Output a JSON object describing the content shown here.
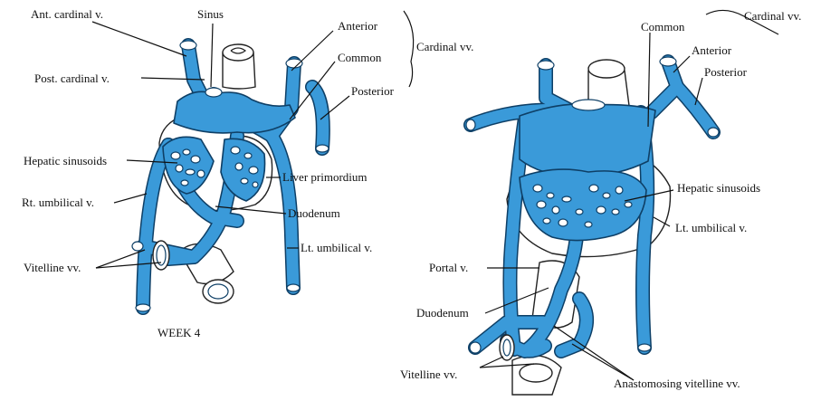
{
  "left": {
    "labels": {
      "ant_cardinal": "Ant. cardinal v.",
      "sinus": "Sinus",
      "anterior": "Anterior",
      "cardinal_vv": "Cardinal vv.",
      "common": "Common",
      "post_cardinal": "Post. cardinal v.",
      "posterior": "Posterior",
      "hepatic_sinusoids": "Hepatic sinusoids",
      "liver_primordium": "Liver primordium",
      "rt_umbilical": "Rt. umbilical v.",
      "duodenum": "Duodenum",
      "lt_umbilical": "Lt. umbilical v.",
      "vitelline": "Vitelline vv.",
      "week": "WEEK 4"
    }
  },
  "right": {
    "labels": {
      "common": "Common",
      "cardinal_vv": "Cardinal vv.",
      "anterior": "Anterior",
      "posterior": "Posterior",
      "hepatic_sinusoids": "Hepatic sinusoids",
      "lt_umbilical": "Lt. umbilical v.",
      "portal": "Portal v.",
      "duodenum": "Duodenum",
      "vitelline": "Vitelline vv.",
      "anastomosing": "Anastomosing vitelline vv."
    }
  },
  "colors": {
    "vein_fill": "#3a9ad9",
    "vein_outline": "#0e3f66",
    "background": "#ffffff"
  }
}
